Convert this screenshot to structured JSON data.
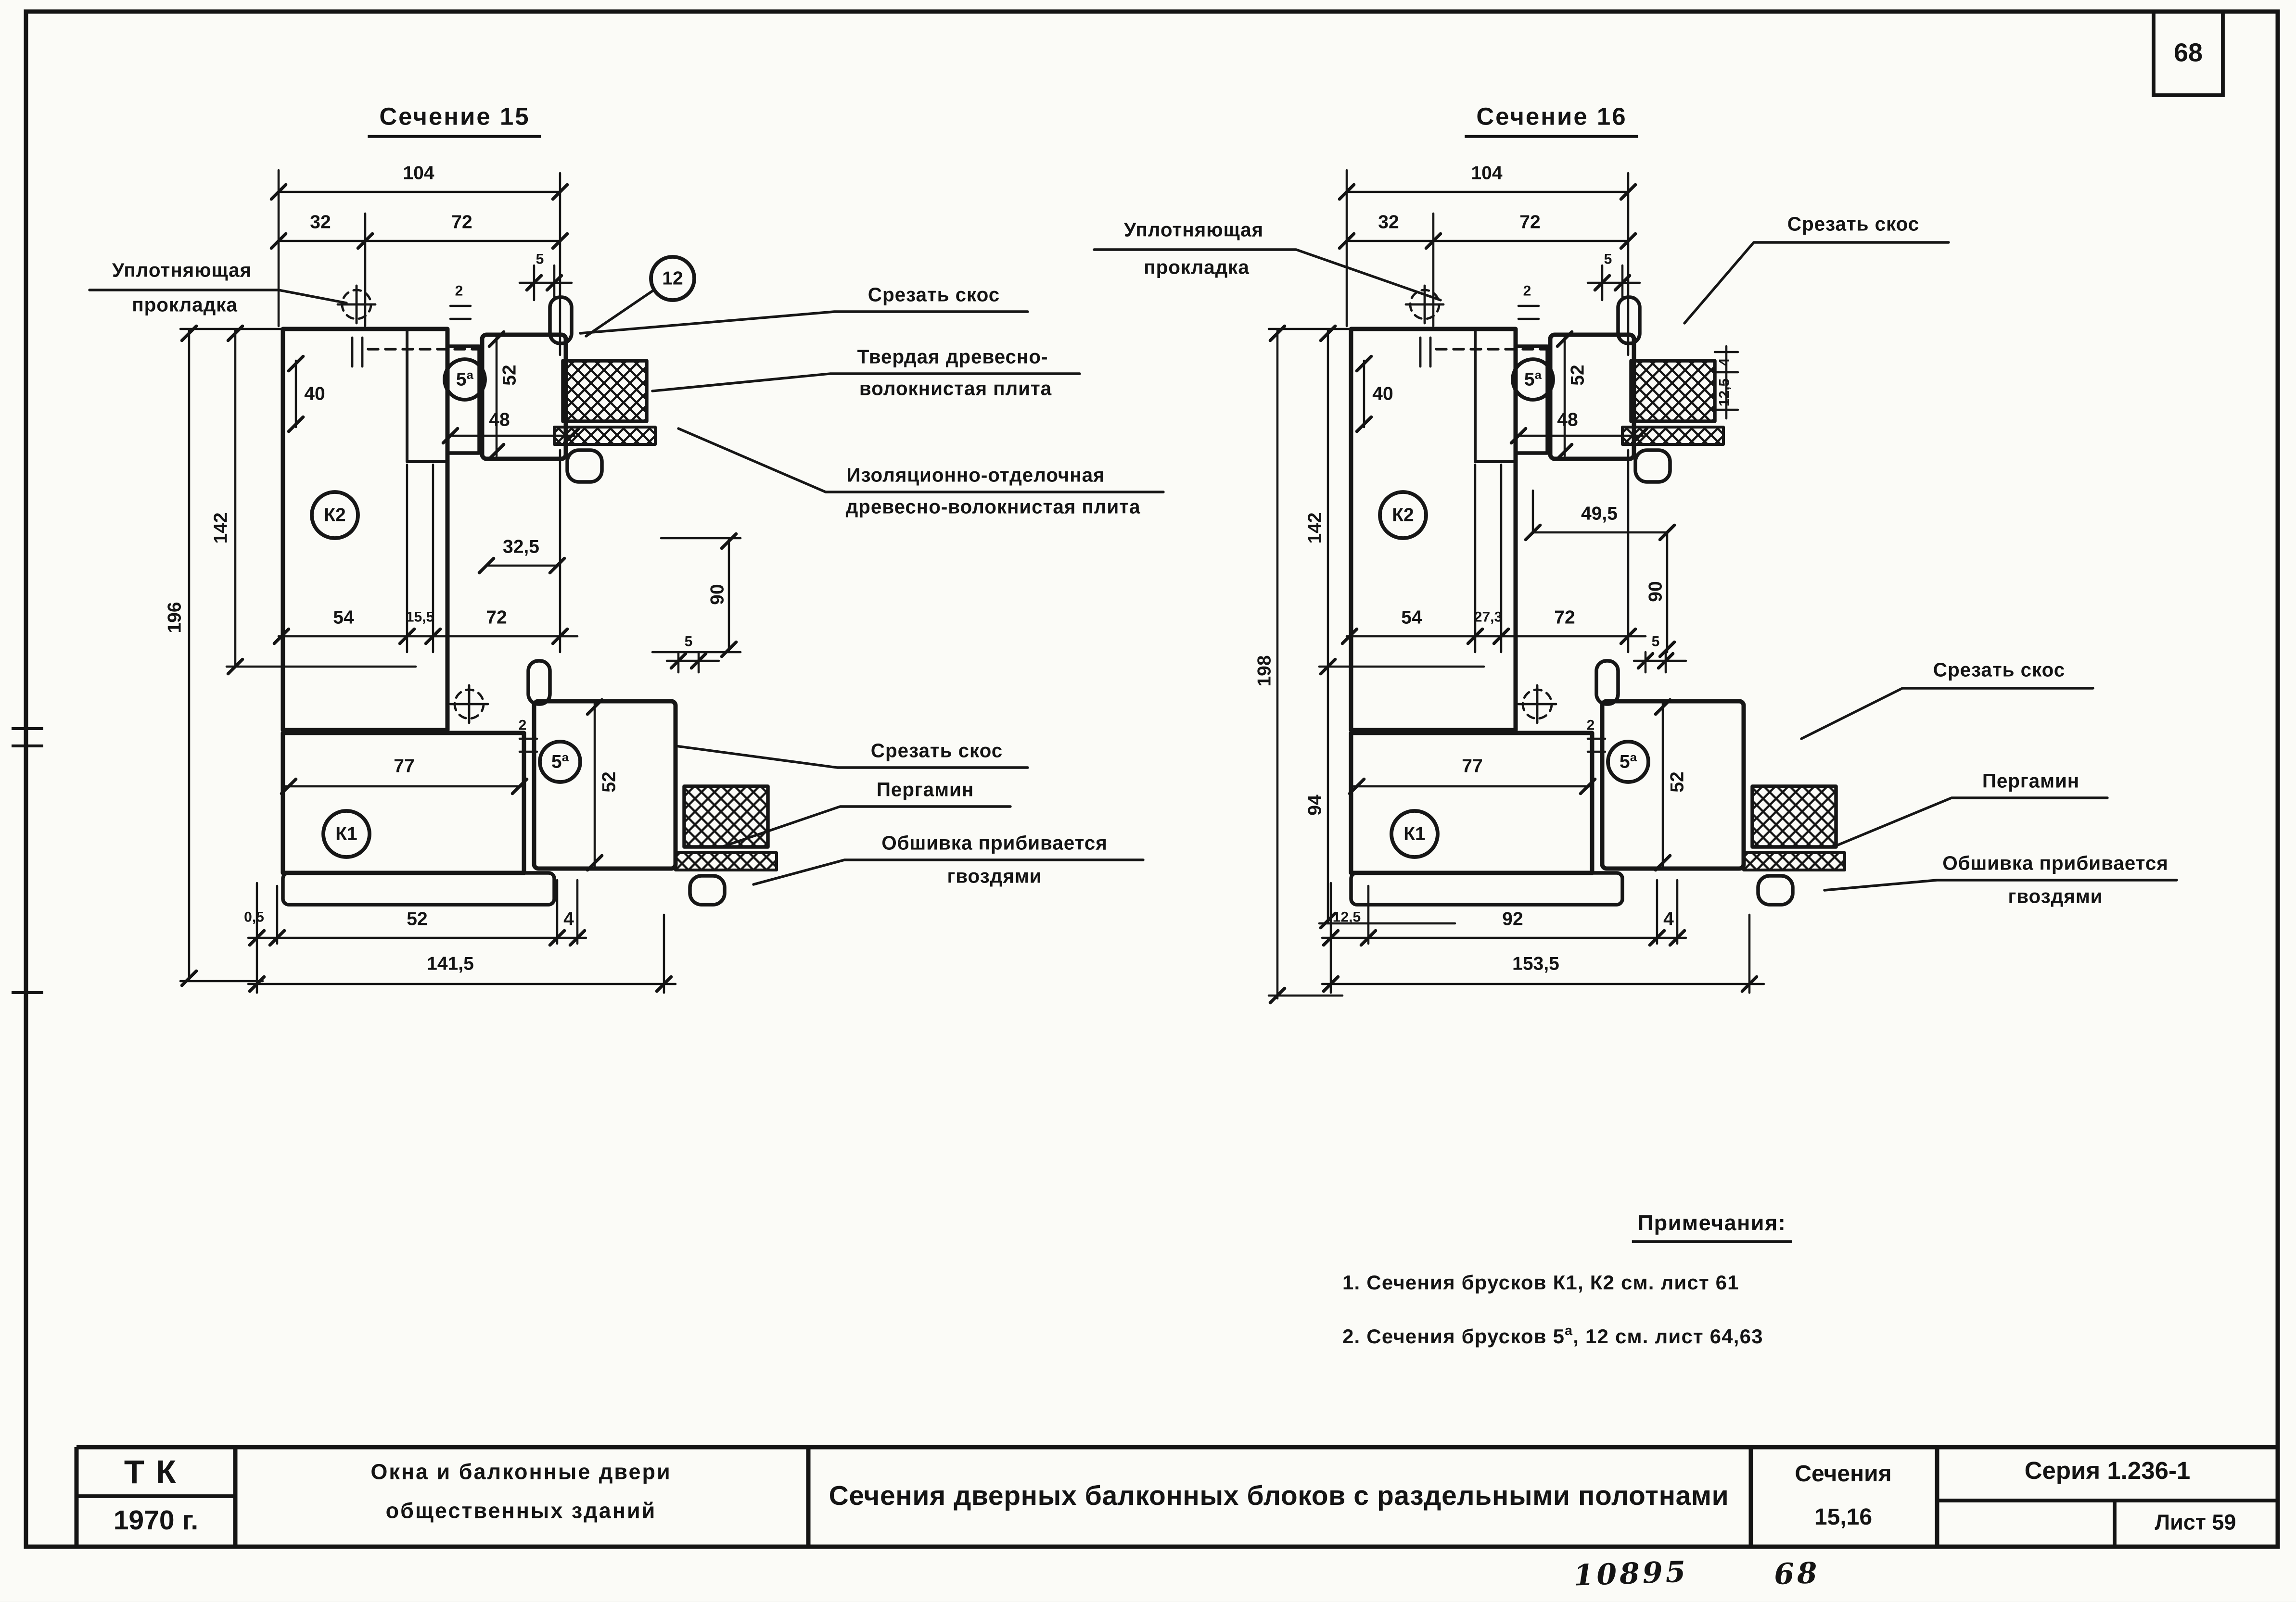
{
  "page": {
    "corner_sheet_number": "68",
    "handwritten_doc_number": "10895",
    "handwritten_sheet_number": "68"
  },
  "s15": {
    "title": "Сечение 15",
    "parts": {
      "k2": "К2",
      "k1": "К1",
      "sash_top": "5ª",
      "sash_bottom": "5ª",
      "p12": "12"
    },
    "callouts": {
      "gasket_line1": "Уплотняющая",
      "gasket_line2": "прокладка",
      "cut_top": "Срезать скос",
      "hard_line1": "Твердая древесно-",
      "hard_line2": "волокнистая плита",
      "insul_line1": "Изоляционно-отделочная",
      "insul_line2": "древесно-волокнистая плита",
      "cut_bottom": "Срезать скос",
      "pergamin": "Пергамин",
      "sheathing_line1": "Обшивка прибивается",
      "sheathing_line2": "гвоздями"
    },
    "dims": {
      "w104": "104",
      "w32": "32",
      "w72": "72",
      "t5": "5",
      "d40": "40",
      "t2": "2",
      "v52": "52",
      "h48": "48",
      "m54": "54",
      "m15_5": "15,5",
      "m72": "72",
      "o32_5": "32,5",
      "v90": "90",
      "s5": "5",
      "l77": "77",
      "l2": "2",
      "l52": "52",
      "b0_5": "0,5",
      "b52": "52",
      "b4": "4",
      "btotal": "141,5",
      "h196": "196",
      "h142": "142"
    }
  },
  "s16": {
    "title": "Сечение 16",
    "parts": {
      "k2": "К2",
      "k1": "К1",
      "sash_top": "5ª",
      "sash_bottom": "5ª"
    },
    "callouts": {
      "gasket_line1": "Уплотняющая",
      "gasket_line2": "прокладка",
      "cut_top": "Срезать скос",
      "cut_bottom": "Срезать скос",
      "pergamin": "Пергамин",
      "sheathing_line1": "Обшивка прибивается",
      "sheathing_line2": "гвоздями"
    },
    "dims": {
      "w104": "104",
      "w32": "32",
      "w72": "72",
      "t5": "5",
      "d40": "40",
      "t2": "2",
      "v52": "52",
      "h48": "48",
      "p4": "4",
      "p12_5": "12,5",
      "m54": "54",
      "m27_3": "27,3",
      "m72": "72",
      "o49_5": "49,5",
      "v90": "90",
      "s5": "5",
      "l77": "77",
      "l2": "2",
      "l52": "52",
      "b12_5": "12,5",
      "b92": "92",
      "b4": "4",
      "btotal": "153,5",
      "h198": "198",
      "h142": "142",
      "h94": "94"
    }
  },
  "notes": {
    "heading": "Примечания:",
    "item1": "1. Сечения  брусков  К1, К2  см. лист  61",
    "item2_prefix": "2. Сечения  брусков  5",
    "item2_sup": "а",
    "item2_suffix": ", 12  см. лист  64,63"
  },
  "title_block": {
    "org": "ТК",
    "year": "1970 г.",
    "project_line1": "Окна и балконные двери",
    "project_line2": "общественных зданий",
    "main_title": "Сечения дверных балконных блоков с раздельными полотнами",
    "section_label_line1": "Сечения",
    "section_label_line2": "15,16",
    "series": "Серия 1.236-1",
    "sheet": "Лист 59"
  }
}
